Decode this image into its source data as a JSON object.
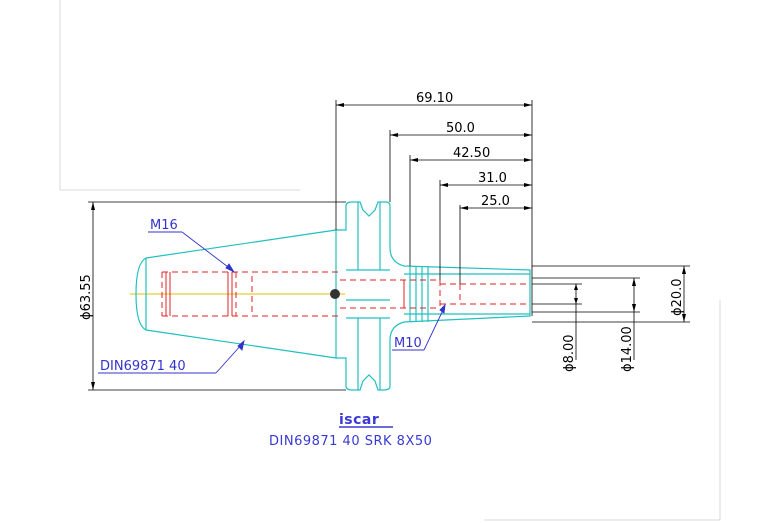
{
  "dimensions": {
    "overall_length": "69.10",
    "length_1": "50.0",
    "length_2": "42.50",
    "length_3": "31.0",
    "length_4": "25.0",
    "diameter_flange": "ϕ63.55",
    "diameter_nose": "ϕ20.0",
    "diameter_bore": "ϕ8.00",
    "diameter_collet": "ϕ14.00"
  },
  "callouts": {
    "thread_main": "M16",
    "thread_small": "M10",
    "taper_spec": "DIN69871  40"
  },
  "logo": "iscar",
  "part_number": "DIN69871  40  SRK  8X50",
  "colors": {
    "outline": "#22c0c0",
    "hidden": "#e02020",
    "dimension": "#000000",
    "annotation": "#3333cc",
    "centerline": "#e0c000"
  }
}
